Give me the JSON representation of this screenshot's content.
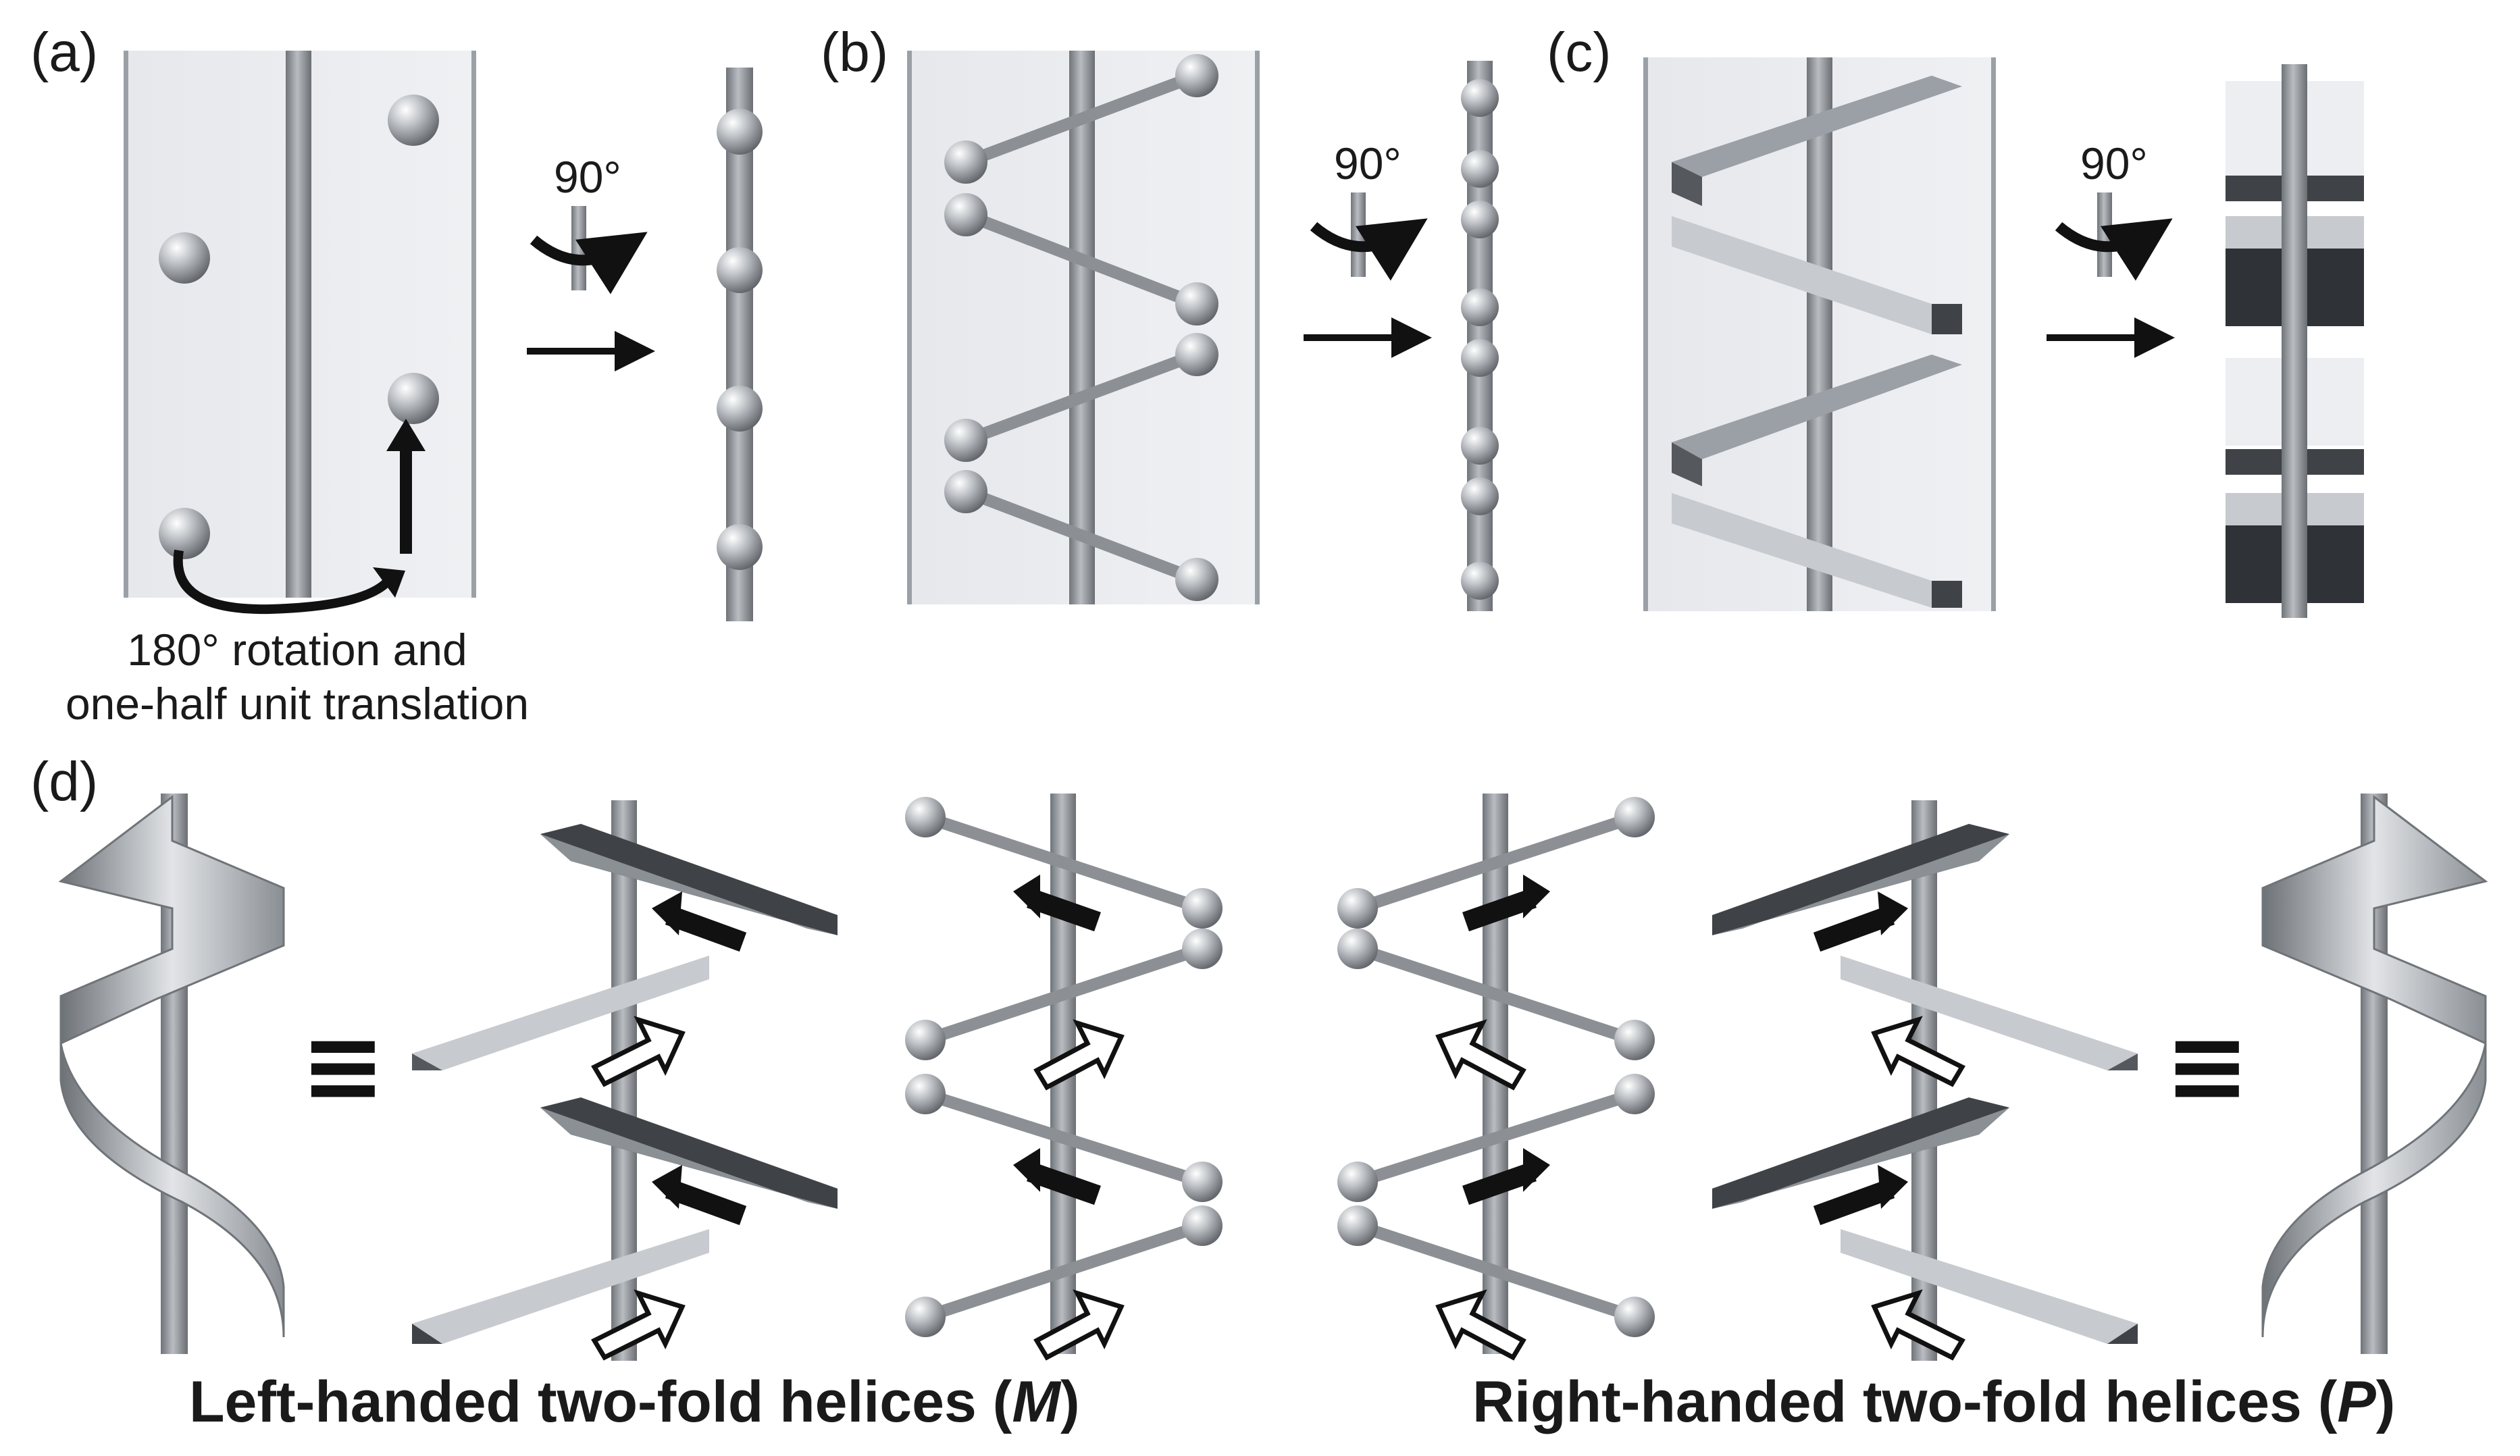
{
  "panels": {
    "a": {
      "label": "(a)",
      "rotation_label": "90°",
      "annotation_line1": "180°  rotation and",
      "annotation_line2": "one-half unit translation"
    },
    "b": {
      "label": "(b)",
      "rotation_label": "90°"
    },
    "c": {
      "label": "(c)",
      "rotation_label": "90°"
    },
    "d": {
      "label": "(d)",
      "equivalence_symbol": "≡"
    }
  },
  "captions": {
    "left": {
      "text": "Left-handed two-fold helices (",
      "symbol": "M",
      "close": ")"
    },
    "right": {
      "text": "Right-handed two-fold helices (",
      "symbol": "P",
      "close": ")"
    }
  },
  "colors": {
    "axis": "#8e9399",
    "sheet": "#e9eaee",
    "ball": "#a9adb2",
    "bar_light": "#c9ccd1",
    "bar_dark": "#3f4246",
    "arrow": "#111111"
  }
}
